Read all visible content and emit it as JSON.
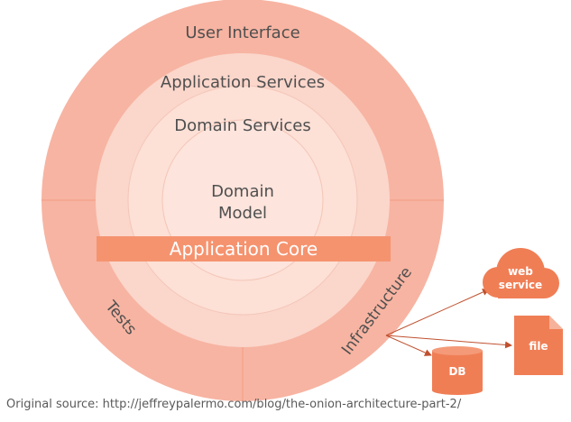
{
  "layers": {
    "user_interface": "User Interface",
    "application_services": "Application Services",
    "domain_services": "Domain Services",
    "domain_model_line1": "Domain",
    "domain_model_line2": "Model",
    "application_core": "Application Core",
    "tests": "Tests",
    "infrastructure": "Infrastructure"
  },
  "external": {
    "web_service_line1": "web",
    "web_service_line2": "service",
    "file": "file",
    "db": "DB"
  },
  "caption": "Original source: http://jeffreypalermo.com/blog/the-onion-architecture-part-2/",
  "colors": {
    "outer_ring": "#f7b4a2",
    "middle_disc": "#fbd6cb",
    "inner_disc": "#fde4dc",
    "core_bar": "#f5936f",
    "accent": "#f07e55",
    "arrow": "#c0502e",
    "text": "#4f4f4f"
  }
}
